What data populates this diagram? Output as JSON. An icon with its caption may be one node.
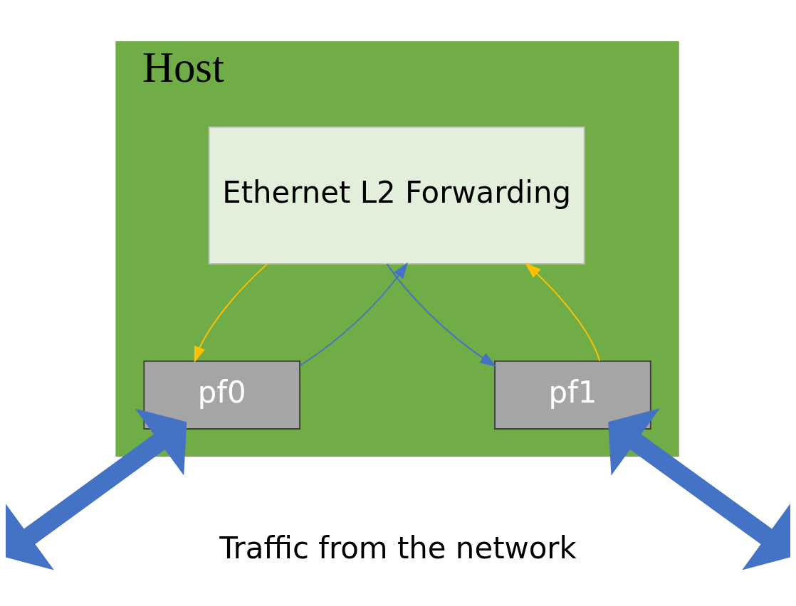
{
  "diagram": {
    "nodes": [
      {
        "text": [
          "Host"
        ]
      },
      {
        "text": [
          "Ethernet L2 Forwarding"
        ],
        "in": 0
      },
      {
        "text": [
          "pf0"
        ],
        "in": 0
      },
      {
        "text": [
          "pf1"
        ],
        "in": 0
      }
    ],
    "edges": [
      {
        "from": 2,
        "to": 1,
        "arrow": "to",
        "color": "#4472c4"
      },
      {
        "from": 1,
        "to": 2,
        "arrow": "to",
        "color": "#ffc000"
      },
      {
        "from": 1,
        "to": 3,
        "arrow": "to",
        "color": "#4472c4"
      },
      {
        "from": 3,
        "to": 1,
        "arrow": "to",
        "color": "#ffc000"
      },
      {
        "from": 2,
        "to": null,
        "arrow": "both",
        "style": "thick",
        "color": "#4472c4"
      },
      {
        "from": 3,
        "to": null,
        "arrow": "both",
        "style": "thick",
        "color": "#4472c4"
      }
    ],
    "labels": [
      "Traffic from the network"
    ]
  }
}
